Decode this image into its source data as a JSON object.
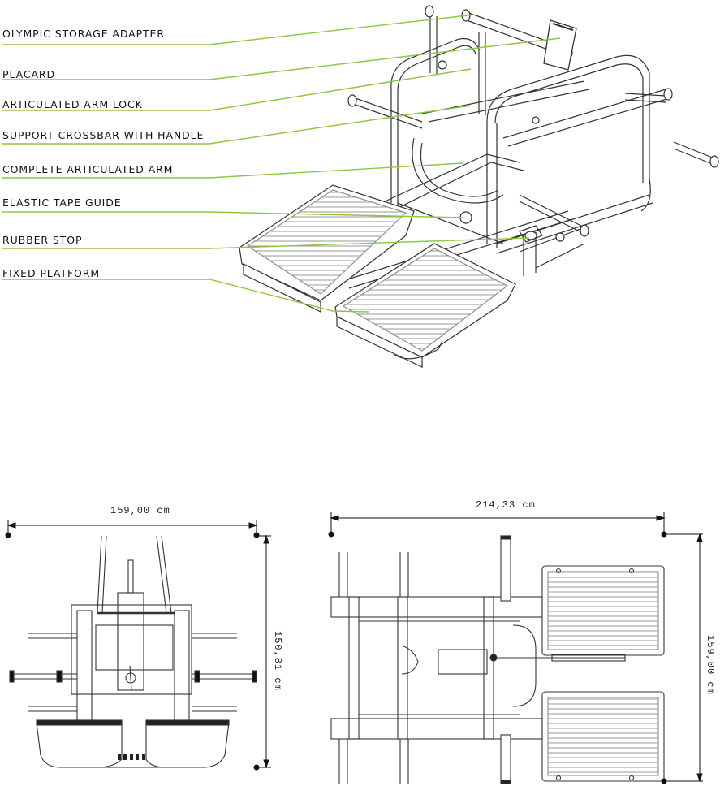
{
  "callouts": [
    {
      "id": "olympic-storage-adapter",
      "label": "OLYMPIC STORAGE ADAPTER"
    },
    {
      "id": "placard",
      "label": "PLACARD"
    },
    {
      "id": "articulated-arm-lock",
      "label": "ARTICULATED ARM LOCK"
    },
    {
      "id": "support-crossbar-with-handle",
      "label": "SUPPORT CROSSBAR WITH HANDLE"
    },
    {
      "id": "complete-articulated-arm",
      "label": "COMPLETE ARTICULATED ARM"
    },
    {
      "id": "elastic-tape-guide",
      "label": "ELASTIC TAPE GUIDE"
    },
    {
      "id": "rubber-stop",
      "label": "RUBBER STOP"
    },
    {
      "id": "fixed-platform",
      "label": "FIXED PLATFORM"
    }
  ],
  "dimensions": {
    "front_width": "159,00 cm",
    "front_height": "150,81 cm",
    "top_length": "214,33 cm",
    "top_width": "159,00 cm"
  },
  "colors": {
    "leader": "#8dc63f",
    "line": "#333333",
    "dimension": "#111111"
  }
}
